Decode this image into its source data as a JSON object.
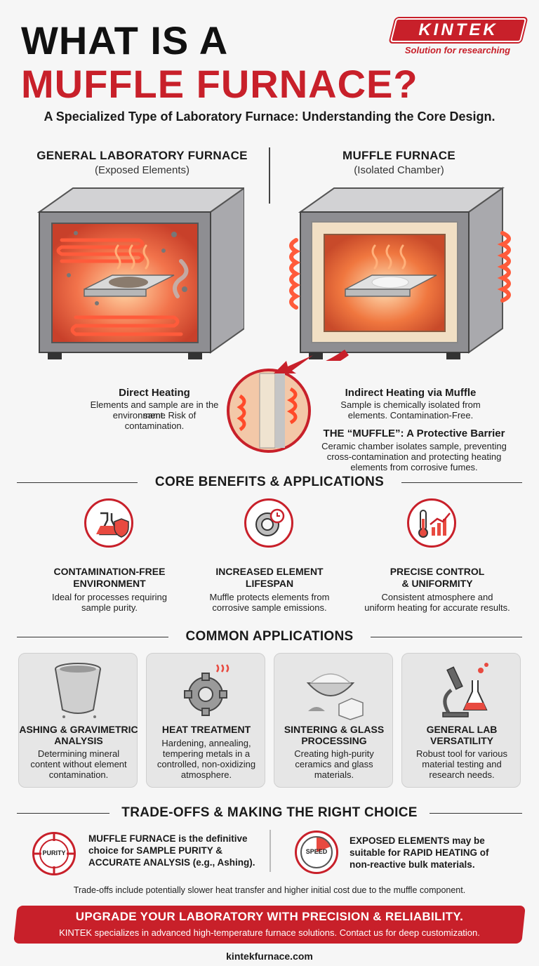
{
  "header": {
    "title_line1": "WHAT IS A",
    "title_line2": "MUFFLE FURNACE?",
    "subtitle": "A Specialized Type of Laboratory Furnace: Understanding the Core Design.",
    "logo": "KINTEK",
    "logo_tagline": "Solution for researching"
  },
  "comparison": {
    "left": {
      "heading": "GENERAL LABORATORY FURNACE",
      "subheading": "(Exposed Elements)",
      "caption_title": "Direct Heating",
      "caption_text_1": "Elements and sample are in the same",
      "caption_text_2": "environment. Risk of contamination."
    },
    "right": {
      "heading": "MUFFLE FURNACE",
      "subheading": "(Isolated Chamber)",
      "caption_title": "Indirect Heating via Muffle",
      "caption_text_1": "Sample is chemically isolated from",
      "caption_text_2": "elements. Contamination-Free.",
      "barrier_title": "THE “MUFFLE”: A Protective Barrier",
      "barrier_text_1": "Ceramic chamber isolates sample, preventing",
      "barrier_text_2": "cross-contamination and protecting heating",
      "barrier_text_3": "elements from corrosive fumes."
    }
  },
  "benefits": {
    "heading": "CORE BENEFITS & APPLICATIONS",
    "items": [
      {
        "title_1": "CONTAMINATION-FREE",
        "title_2": "ENVIRONMENT",
        "text_1": "Ideal for processes requiring",
        "text_2": "sample purity."
      },
      {
        "title_1": "INCREASED ELEMENT",
        "title_2": "LIFESPAN",
        "text_1": "Muffle protects elements from",
        "text_2": "corrosive sample emissions."
      },
      {
        "title_1": "PRECISE CONTROL",
        "title_2": "& UNIFORMITY",
        "text_1": "Consistent atmosphere and",
        "text_2": "uniform heating for accurate results."
      }
    ]
  },
  "applications": {
    "heading": "COMMON APPLICATIONS",
    "items": [
      {
        "title_1": "ASHING & GRAVIMETRIC",
        "title_2": "ANALYSIS",
        "text_1": "Determining mineral",
        "text_2": "content without element",
        "text_3": "contamination."
      },
      {
        "title_1": "HEAT TREATMENT",
        "title_2": "",
        "text_1": "Hardening, annealing,",
        "text_2": "tempering metals in a",
        "text_3": "controlled, non-oxidizing",
        "text_4": "atmosphere."
      },
      {
        "title_1": "SINTERING & GLASS",
        "title_2": "PROCESSING",
        "text_1": "Creating high-purity",
        "text_2": "ceramics and glass",
        "text_3": "materials."
      },
      {
        "title_1": "GENERAL LAB",
        "title_2": "VERSATILITY",
        "text_1": "Robust tool for various",
        "text_2": "material testing and",
        "text_3": "research needs."
      }
    ]
  },
  "tradeoffs": {
    "heading": "TRADE-OFFS & MAKING THE RIGHT CHOICE",
    "left_icon_label": "PURITY",
    "left_line_1": "MUFFLE FURNACE is the definitive",
    "left_line_2": "choice for SAMPLE PURITY &",
    "left_line_3": "ACCURATE ANALYSIS (e.g., Ashing).",
    "right_icon_label": "SPEED",
    "right_line_1": "EXPOSED ELEMENTS may be",
    "right_line_2": "suitable for RAPID HEATING of",
    "right_line_3": "non-reactive bulk materials.",
    "note": "Trade-offs include potentially slower heat transfer and higher initial cost due to the muffle component."
  },
  "cta": {
    "title": "UPGRADE YOUR LABORATORY WITH PRECISION  & RELIABILITY.",
    "subtitle": "KINTEK specializes in advanced high-temperature furnace solutions. Contact us for deep customization."
  },
  "footer": {
    "website": "kintekfurnace.com"
  },
  "colors": {
    "accent": "#c8202a",
    "background": "#f6f6f6",
    "card": "#e6e6e6"
  }
}
